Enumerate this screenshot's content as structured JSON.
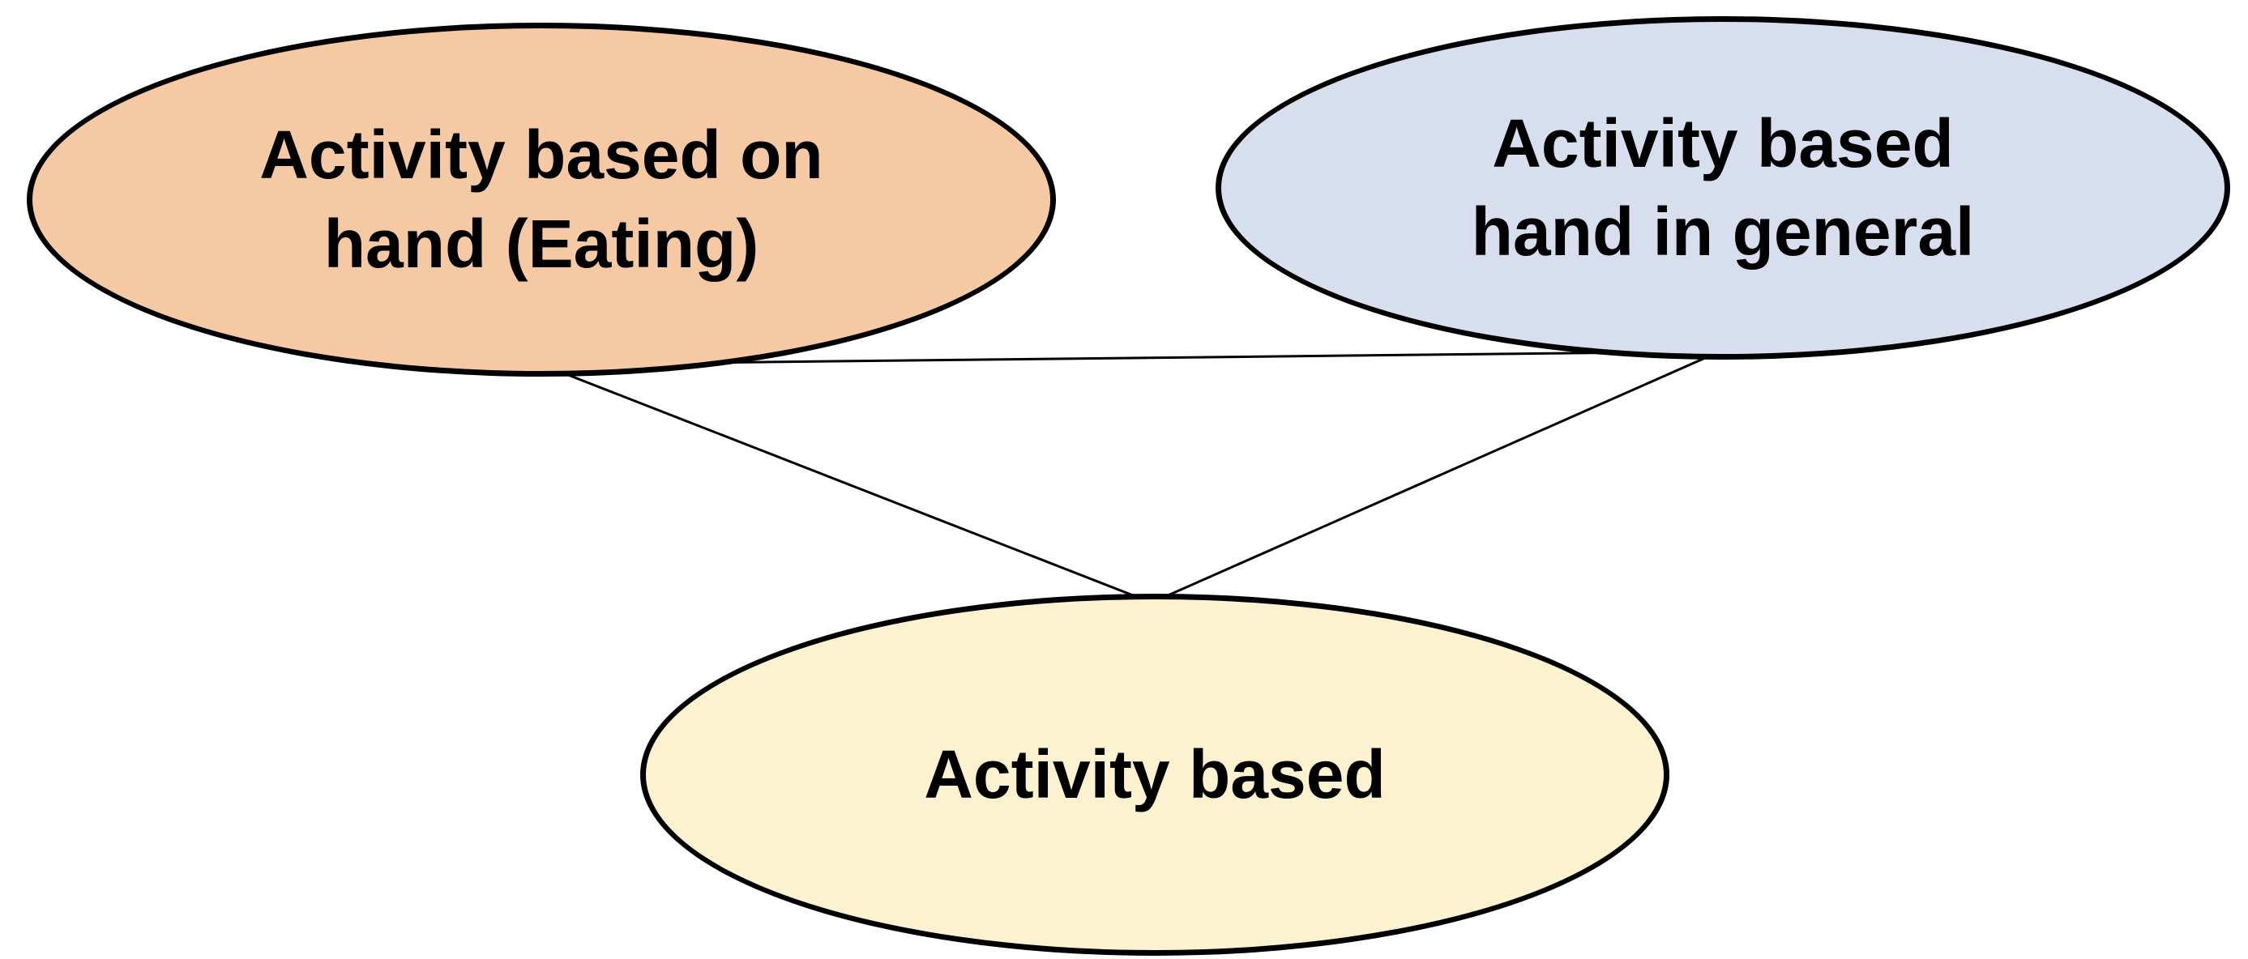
{
  "diagram": {
    "background_color": "#FFFFFF",
    "outline_color": "#000000",
    "text_color": "#000000",
    "connector_color": "#000000",
    "nodes": [
      {
        "id": "activity-hand-eating",
        "shape": "ellipse",
        "line1": "Activity based on",
        "line2": "hand (Eating)",
        "fill": "#F5C9A4",
        "position": "top-left"
      },
      {
        "id": "activity-hand-general",
        "shape": "ellipse",
        "line1": "Activity based",
        "line2": "hand in general",
        "fill": "#D7DFEF",
        "position": "top-right"
      },
      {
        "id": "activity-based",
        "shape": "ellipse",
        "line1": "Activity based",
        "line2": "",
        "fill": "#FCF2CF",
        "position": "bottom-center"
      }
    ],
    "edges": [
      {
        "from": "activity-hand-eating",
        "to": "activity-hand-general"
      },
      {
        "from": "activity-hand-eating",
        "to": "activity-based"
      },
      {
        "from": "activity-hand-general",
        "to": "activity-based"
      }
    ]
  }
}
